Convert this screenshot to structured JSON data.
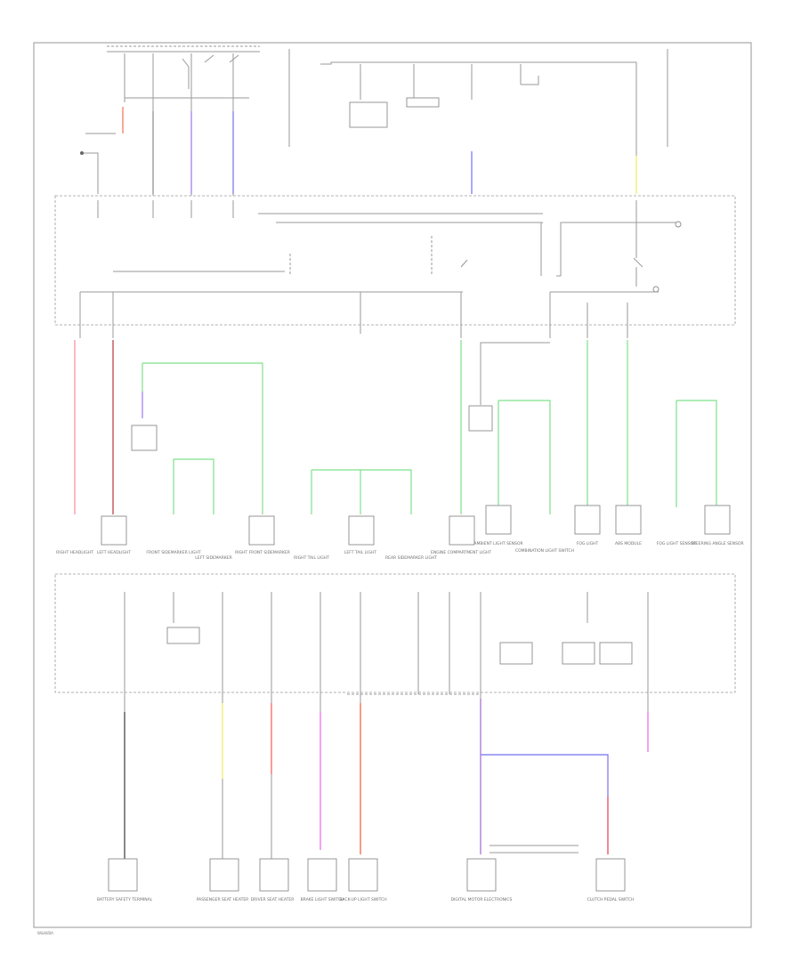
{
  "diagram": {
    "watermark": "W&W/BA",
    "colors": {
      "wire": "#9a9a9a",
      "red": "#ff6b6b",
      "pink": "#ff9aa8",
      "dark_red": "#c0525a",
      "green": "#7fe08a",
      "purple": "#a78bf0",
      "blue_violet": "#8a86f2",
      "yellow": "#f3ee7c",
      "magenta": "#ee7af0",
      "orange": "#f5836b",
      "black": "#555555",
      "gray": "#888888"
    },
    "components": [
      {
        "label": "RIGHT HEADLIGHT"
      },
      {
        "label": "LEFT HEADLIGHT"
      },
      {
        "label": "FRONT SIDEMARKER LIGHT"
      },
      {
        "label": "LEFT SIDEMARKER"
      },
      {
        "label": "RIGHT FRONT SIDEMARKER"
      },
      {
        "label": "RIGHT TAIL LIGHT"
      },
      {
        "label": "LEFT TAIL LIGHT"
      },
      {
        "label": "REAR SIDEMARKER LIGHT"
      },
      {
        "label": "ENGINE COMPARTMENT LIGHT"
      },
      {
        "label": "AMBIENT LIGHT SENSOR"
      },
      {
        "label": "COMBINATION LIGHT SWITCH"
      },
      {
        "label": "FOG LIGHT"
      },
      {
        "label": "ABS MODULE"
      },
      {
        "label": "FOG LIGHT SENSOR"
      },
      {
        "label": "STEERING ANGLE SENSOR"
      },
      {
        "label": "BATTERY SAFETY TERMINAL"
      },
      {
        "label": "PASSENGER SEAT HEATER"
      },
      {
        "label": "DRIVER SEAT HEATER"
      },
      {
        "label": "BRAKE LIGHT SWITCH"
      },
      {
        "label": "BACK-UP LIGHT SWITCH"
      },
      {
        "label": "DIGITAL MOTOR ELECTRONICS"
      },
      {
        "label": "CLUTCH PEDAL SWITCH"
      }
    ]
  }
}
